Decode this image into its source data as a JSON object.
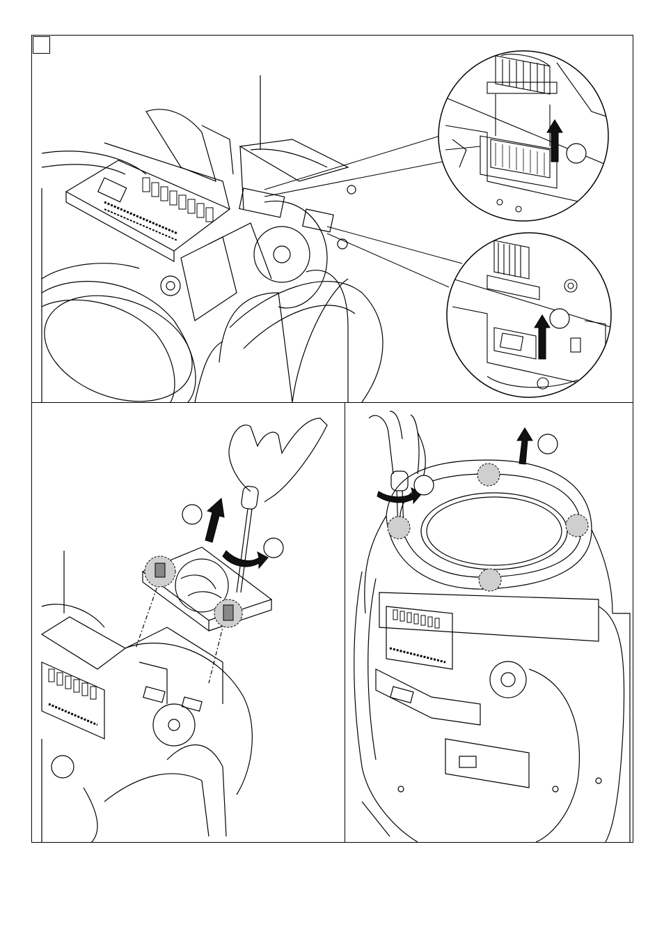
{
  "figure": {
    "description_labels": []
  },
  "colors": {
    "line": "#000000",
    "highlight_fill": "#cfcfcf",
    "arrow_fill": "#111111",
    "background": "#ffffff"
  },
  "panels": [
    {
      "id": "top",
      "icons": [
        "fixture-head-icon",
        "connector-detail-icon",
        "connector-detail-icon"
      ]
    },
    {
      "id": "bottom-left",
      "icons": [
        "screwdriver-icon",
        "fan-module-icon",
        "fixture-head-icon"
      ]
    },
    {
      "id": "bottom-right",
      "icons": [
        "screwdriver-icon",
        "lens-cover-icon",
        "fixture-body-icon"
      ]
    }
  ]
}
